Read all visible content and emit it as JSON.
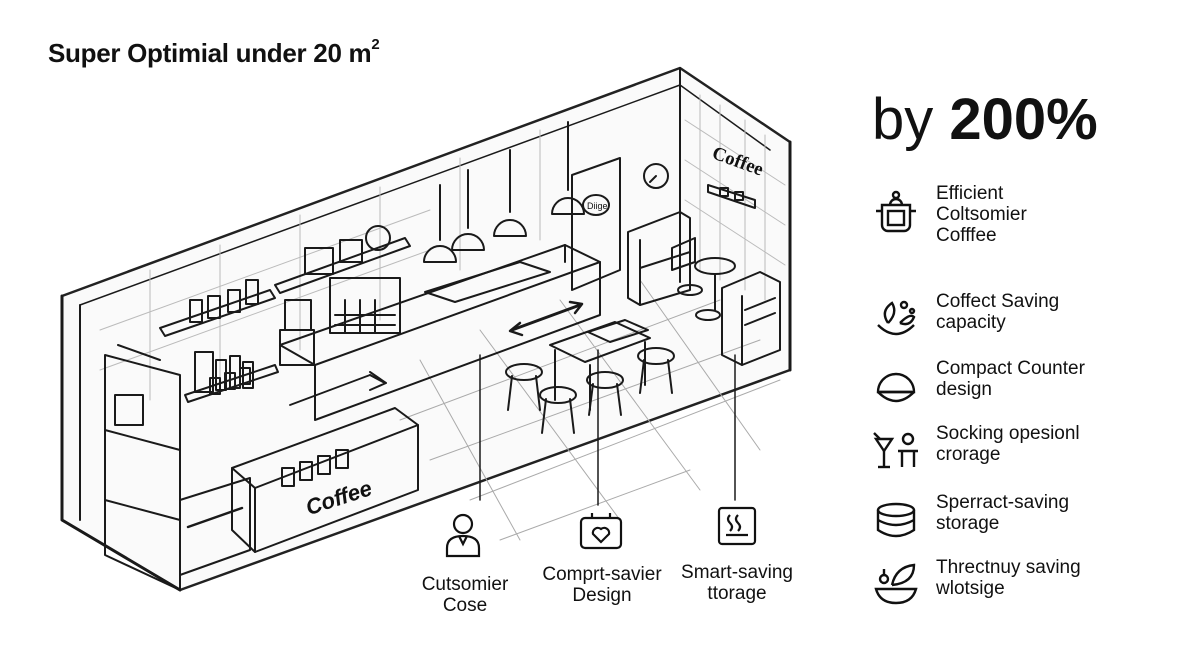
{
  "title": {
    "text": "Super Optimial under 20 m",
    "sup": "2"
  },
  "headline": {
    "prefix": "by ",
    "value": "200%"
  },
  "features": [
    {
      "icon": "coffee-pot-icon",
      "label": "Efficient\nColtsomier\nCofffee"
    },
    {
      "icon": "coffee-beans-leaf-icon",
      "label": "Coffect Saving\ncapacity"
    },
    {
      "icon": "dome-counter-icon",
      "label": "Compact Counter\ndesign"
    },
    {
      "icon": "cocktail-glass-icon",
      "label": "Socking opesionl\ncrorage"
    },
    {
      "icon": "container-icon",
      "label": "Sperract-saving\nstorage"
    },
    {
      "icon": "leaf-bowl-icon",
      "label": "Threctnuy saving\nwlotsige"
    }
  ],
  "callouts": [
    {
      "icon": "customer-icon",
      "label": "Cutsomier\nCose"
    },
    {
      "icon": "counter-heart-icon",
      "label": "Comprt-savier\nDesign"
    },
    {
      "icon": "storage-steam-icon",
      "label": "Smart-saving\nttorage"
    }
  ],
  "scene": {
    "counter_sign": "Coffee",
    "wall_sign": "Coffee",
    "door_sign": "Diige"
  }
}
